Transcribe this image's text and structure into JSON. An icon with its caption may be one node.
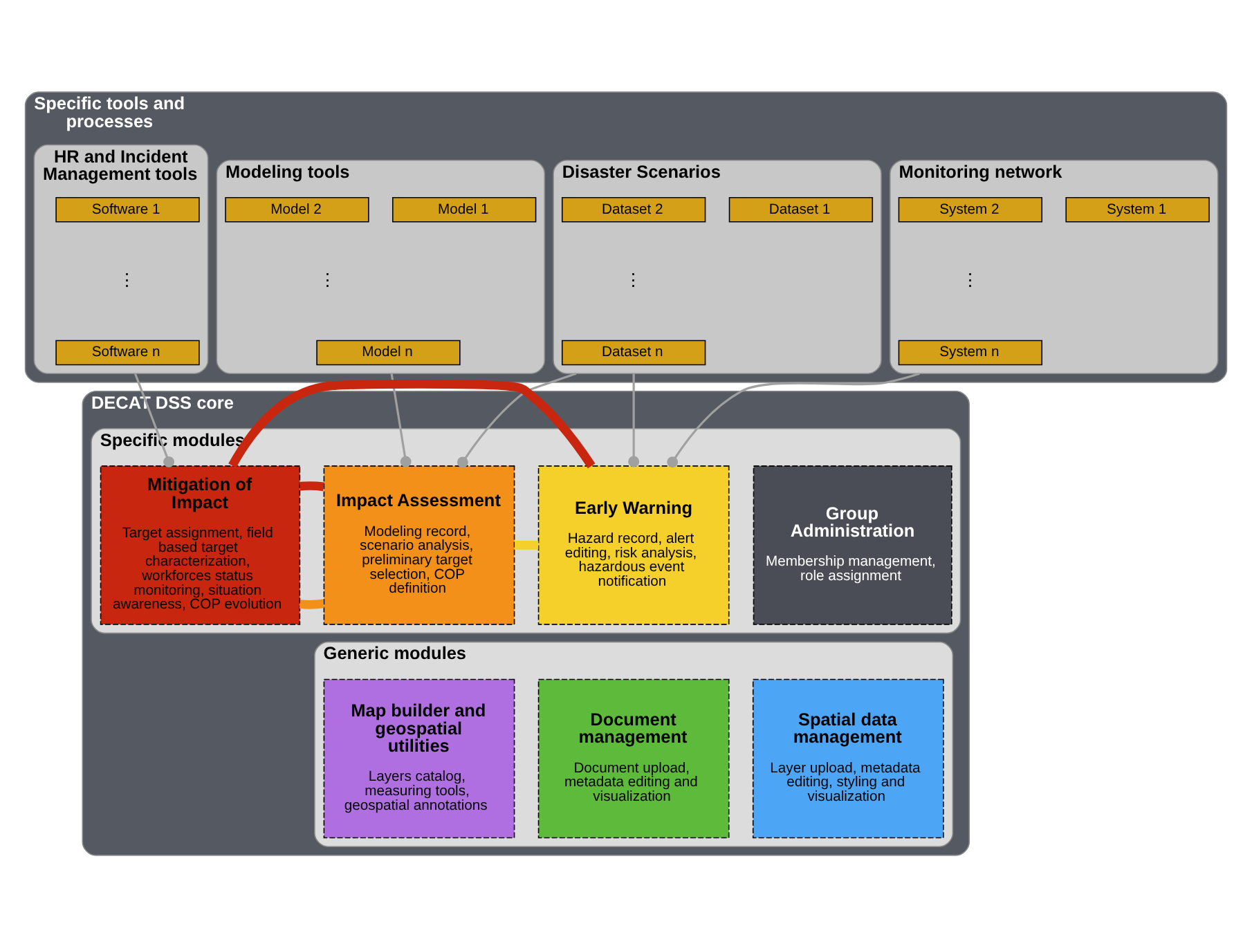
{
  "diagram": {
    "nodes": [
      {
        "text": [
          "Specific tools and processes"
        ]
      },
      {
        "text": [
          "Monitoring network"
        ],
        "in": 0
      },
      {
        "text": [
          "System 1"
        ],
        "in": 1
      },
      {
        "text": [
          "System 2"
        ],
        "in": 1
      },
      {
        "text": [
          "System n"
        ],
        "in": 1
      },
      {
        "text": [
          "Disaster Scenarios"
        ],
        "in": 0
      },
      {
        "text": [
          "Dataset 1"
        ],
        "in": 5
      },
      {
        "text": [
          "Dataset 2"
        ],
        "in": 5
      },
      {
        "text": [
          "Dataset n"
        ],
        "in": 5
      },
      {
        "text": [
          "Modeling tools"
        ],
        "in": 0
      },
      {
        "text": [
          "Model 1"
        ],
        "in": 9
      },
      {
        "text": [
          "Model 2"
        ],
        "in": 9
      },
      {
        "text": [
          "Model n"
        ],
        "in": 9
      },
      {
        "text": [
          "HR and Incident Management tools"
        ],
        "in": 0
      },
      {
        "text": [
          "Software 1"
        ],
        "in": 13
      },
      {
        "text": [
          "Software n"
        ],
        "in": 13
      },
      {
        "text": [
          "DECAT DSS core"
        ]
      },
      {
        "text": [
          "Specific modules"
        ],
        "in": 16
      },
      {
        "text": [
          "Group Administration",
          "Membership management, role assignment"
        ],
        "in": 17
      },
      {
        "text": [
          "Early Warning",
          "Hazard record, alert editing, risk analysis, hazardous event notification"
        ],
        "in": 17
      },
      {
        "text": [
          "Impact Assessment",
          "Modeling record, scenario analysis, preliminary target selection, COP definition"
        ],
        "in": 17
      },
      {
        "text": [
          "Mitigation of Impact",
          "Target assignment, field based target characterization, workforces status monitoring, situation awareness, COP evolution"
        ],
        "in": 17
      },
      {
        "text": [
          "Generic modules"
        ],
        "in": 16
      },
      {
        "text": [
          "Spatial data management",
          "Layer upload, metadata editing, styling and visualization"
        ],
        "in": 22
      },
      {
        "text": [
          "Document management",
          "Document upload, metadata editing and visualization"
        ],
        "in": 22
      },
      {
        "text": [
          "Map builder and geospatial utilities",
          "Layers catalog, measuring tools, geospatial annotations"
        ],
        "in": 22
      }
    ],
    "edges": [
      {
        "from": 1,
        "to": 19,
        "arrow": "other"
      },
      {
        "from": 5,
        "to": 19,
        "arrow": "other"
      },
      {
        "from": 5,
        "to": 20,
        "arrow": "other"
      },
      {
        "from": 9,
        "to": 20,
        "arrow": "other"
      },
      {
        "from": 13,
        "to": 21,
        "arrow": "other"
      },
      {
        "from": 19,
        "to": 20,
        "arrow": "none",
        "style": "thick",
        "color": "#f5cf2a"
      },
      {
        "from": 20,
        "to": 21,
        "arrow": "none",
        "style": "thick",
        "color": "#f39019"
      },
      {
        "from": 21,
        "to": 20,
        "arrow": "none",
        "style": "thick",
        "color": "#c8260f"
      },
      {
        "from": 21,
        "to": 19,
        "arrow": "none",
        "style": "thick",
        "color": "#c8260f"
      }
    ],
    "labels": [
      "⋮",
      "⋮",
      "⋮",
      "⋮"
    ]
  }
}
